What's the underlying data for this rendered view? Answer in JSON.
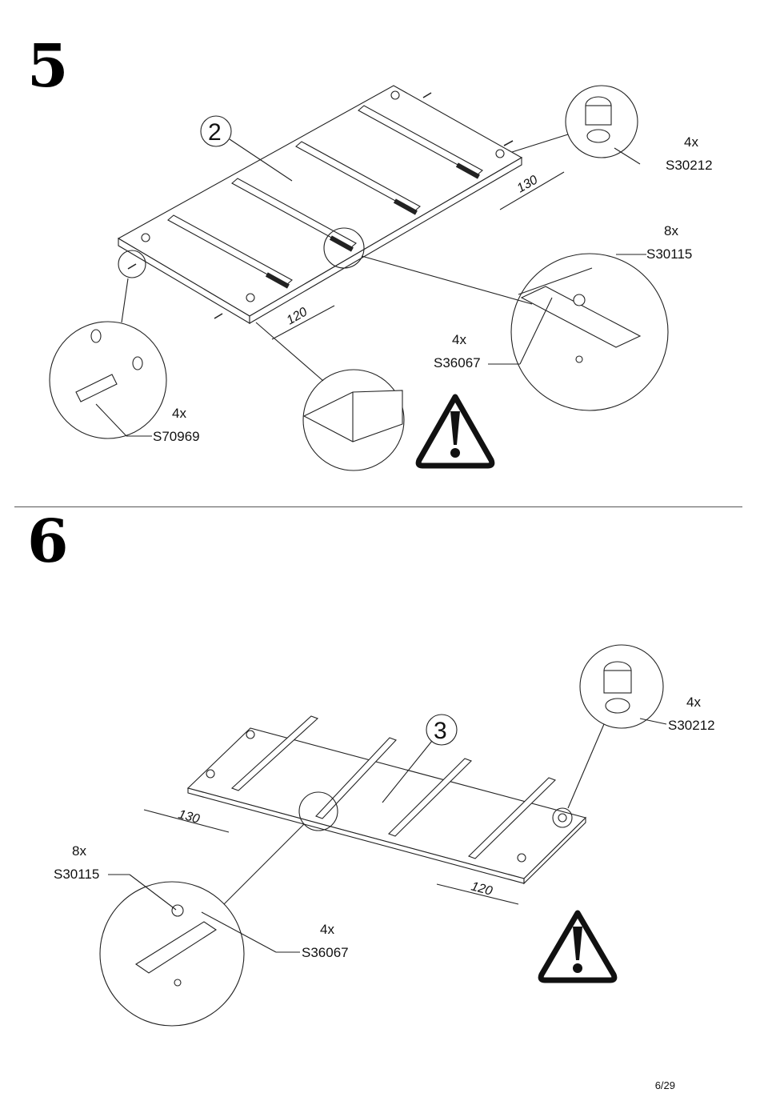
{
  "step5": {
    "number": "5",
    "panel_label": "2",
    "dim_a": "130",
    "dim_b": "120",
    "callouts": {
      "cam_qty": "4x",
      "cam_code": "S30212",
      "screw_qty": "8x",
      "screw_code": "S30115",
      "runner_qty": "4x",
      "runner_code": "S36067",
      "dowel_qty": "4x",
      "dowel_code": "S70969"
    }
  },
  "step6": {
    "number": "6",
    "panel_label": "3",
    "dim_a": "130",
    "dim_b": "120",
    "callouts": {
      "cam_qty": "4x",
      "cam_code": "S30212",
      "screw_qty": "8x",
      "screw_code": "S30115",
      "runner_qty": "4x",
      "runner_code": "S36067"
    }
  },
  "page_number": "6/29",
  "icons": [
    "warning-icon",
    "warning-icon"
  ]
}
